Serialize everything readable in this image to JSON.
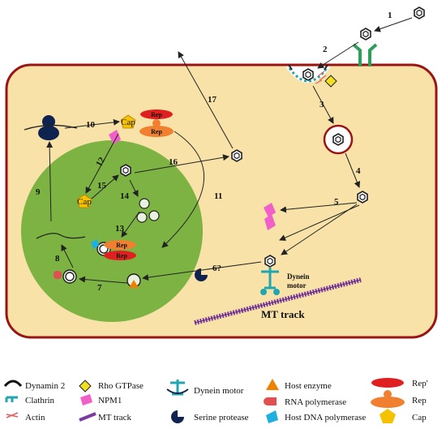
{
  "steps": [
    "1",
    "2",
    "3",
    "4",
    "5",
    "6?",
    "7",
    "8",
    "9",
    "10",
    "11",
    "12",
    "13",
    "14",
    "15",
    "16",
    "17"
  ],
  "labels": {
    "cap": "Cap",
    "rep": "Rep",
    "dynein_motor_line1": "Dynein",
    "dynein_motor_line2": "motor",
    "mt_track": "MT track"
  },
  "legend": {
    "dynamin2": "Dynamin 2",
    "clathrin": "Clathrin",
    "actin": "Actin",
    "rho_gtpase": "Rho GTPase",
    "npm1": "NPM1",
    "mt_track": "MT track",
    "dynein_motor": "Dynein motor",
    "serine_protease": "Serine protease",
    "host_enzyme": "Host enzyme",
    "rna_polymerase": "RNA polymerase",
    "host_dna_polymerase": "Host DNA polymerase",
    "rep_prime": "Rep'",
    "rep": "Rep",
    "cap": "Cap"
  },
  "colors": {
    "cell_fill": "#f8e2a8",
    "cell_border": "#9a1414",
    "nucleus": "#7cb342",
    "receptor": "#2e9e5b",
    "rep_red": "#e02020",
    "rep_orange": "#f08030",
    "cap_yellow": "#f4c200",
    "npm1_pink": "#f060c8",
    "dynein_teal": "#1fa6b0",
    "mt_purple": "#7a3aa0",
    "dynamin_navy": "#0f2350",
    "host_enzyme": "#f08000"
  }
}
